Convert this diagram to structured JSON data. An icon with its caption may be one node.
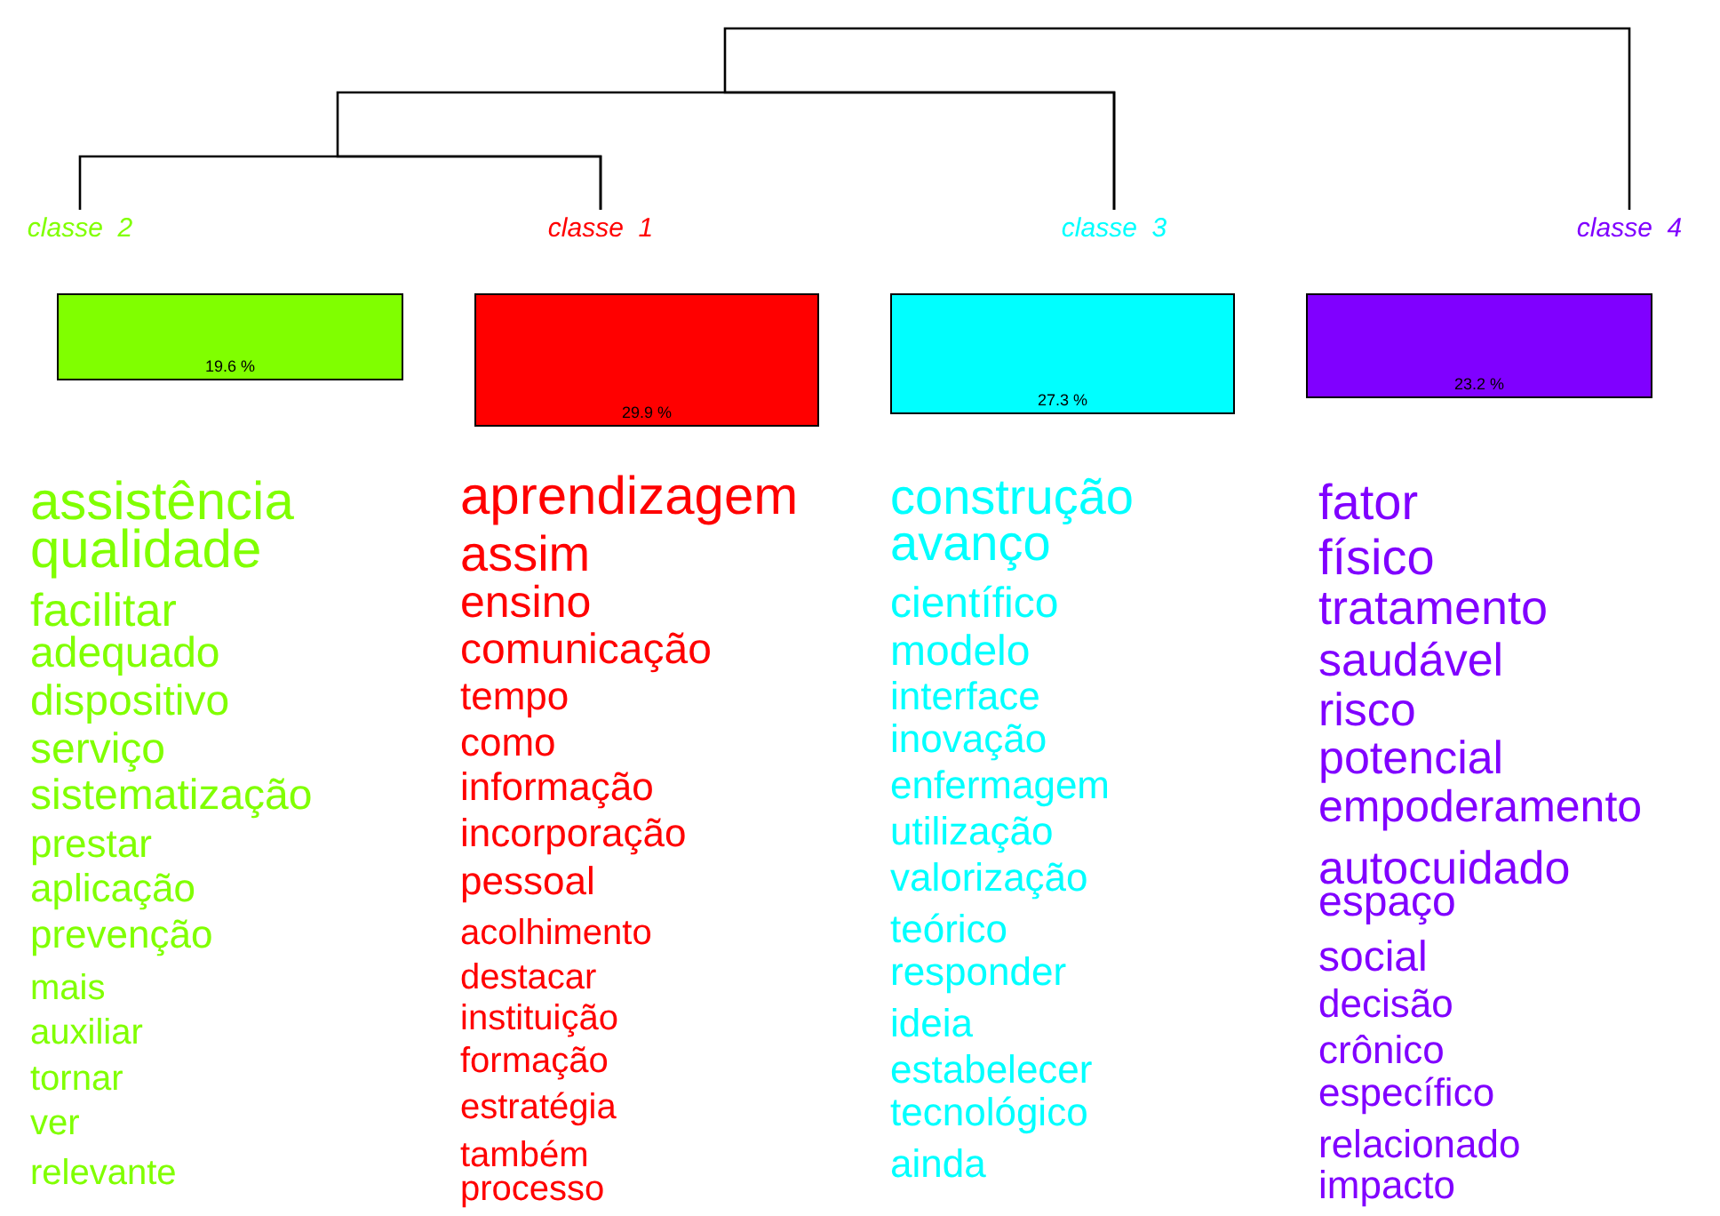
{
  "diagram": {
    "nodes": [
      {
        "text": [
          "classe  2"
        ]
      },
      {
        "text": [
          "classe  1"
        ]
      },
      {
        "text": [
          "classe  3"
        ]
      },
      {
        "text": [
          "classe  4"
        ]
      },
      {
        "text": [
          "19.6 %"
        ],
        "beside": [
          "assistência",
          "qualidade",
          "facilitar",
          "adequado",
          "dispositivo",
          "serviço",
          "sistematização",
          "prestar",
          "aplicação",
          "prevenção",
          "mais",
          "auxiliar",
          "tornar",
          "ver",
          "relevante"
        ]
      },
      {
        "text": [
          "29.9 %"
        ],
        "beside": [
          "aprendizagem",
          "assim",
          "ensino",
          "comunicação",
          "tempo",
          "como",
          "informação",
          "incorporação",
          "pessoal",
          "acolhimento",
          "destacar",
          "instituição",
          "formação",
          "estratégia",
          "também",
          "processo"
        ]
      },
      {
        "text": [
          "27.3 %"
        ],
        "beside": [
          "construção",
          "avanço",
          "científico",
          "modelo",
          "interface",
          "inovação",
          "enfermagem",
          "utilização",
          "valorização",
          "teórico",
          "responder",
          "ideia",
          "estabelecer",
          "tecnológico",
          "ainda"
        ]
      },
      {
        "text": [
          "23.2 %"
        ],
        "beside": [
          "fator",
          "físico",
          "tratamento",
          "saudável",
          "risco",
          "potencial",
          "empoderamento",
          "autocuidado",
          "espaço",
          "social",
          "decisão",
          "crônico",
          "específico",
          "relacionado",
          "impacto"
        ]
      }
    ],
    "edges": [
      {
        "from": 0,
        "to": 1,
        "arrow": "none"
      },
      {
        "from": 1,
        "to": 2,
        "arrow": "none"
      },
      {
        "from": 2,
        "to": 3,
        "arrow": "none"
      }
    ]
  }
}
